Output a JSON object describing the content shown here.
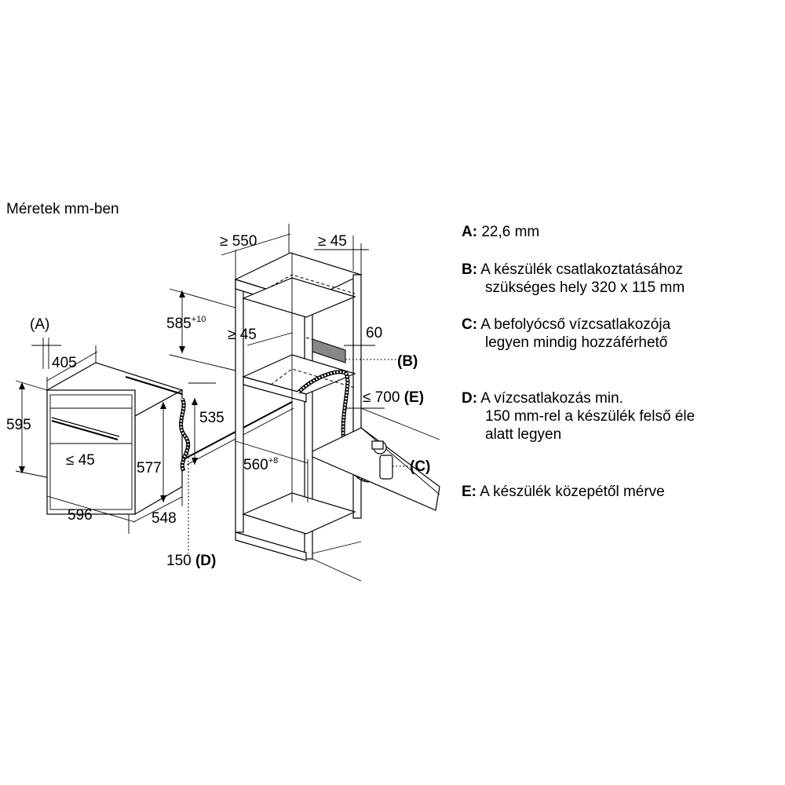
{
  "title": "Méretek mm-ben",
  "dimensions": {
    "a_label": "(A)",
    "d405": "405",
    "d595": "595",
    "d596": "596",
    "d548": "548",
    "d577": "577",
    "d535": "535",
    "le45_front": "≤ 45",
    "d150": "150 ",
    "d_label": "(D)",
    "ge550": "≥ 550",
    "ge45_top": "≥ 45",
    "d585": "585",
    "d585_tol": "+10",
    "ge45_mid": "≥ 45",
    "d60": "60",
    "b_label": "(B)",
    "le700": "≤ 700 ",
    "e_label": "(E)",
    "d560": "560",
    "d560_tol": "+8",
    "c_label": "(C)"
  },
  "legend": [
    {
      "key": "A:",
      "lines": [
        "22,6 mm"
      ]
    },
    {
      "key": "B:",
      "lines": [
        "A készülék csatlakoztatásához",
        "szükséges hely 320 x 115 mm"
      ]
    },
    {
      "key": "C:",
      "lines": [
        "A befolyócső vízcsatlakozója",
        "legyen mindig hozzáférhető"
      ]
    },
    {
      "key": "D:",
      "lines": [
        "A vízcsatlakozás min.",
        "150 mm-rel a készülék felső éle",
        "alatt legyen"
      ]
    },
    {
      "key": "E:",
      "lines": [
        "A készülék közepétől mérve"
      ]
    }
  ]
}
